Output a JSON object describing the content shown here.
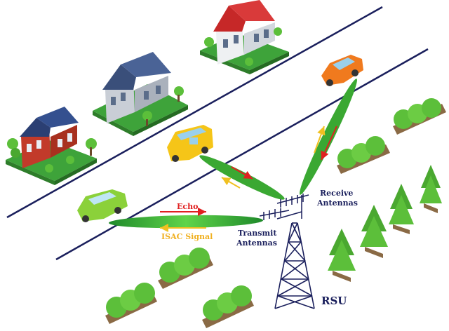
{
  "labels": {
    "echo": "Echo",
    "isac_signal": "ISAC Signal",
    "receive_antennas_line1": "Receive",
    "receive_antennas_line2": "Antennas",
    "transmit_antennas_line1": "Transmit",
    "transmit_antennas_line2": "Antennas",
    "rsu": "RSU"
  },
  "colors": {
    "road_line": "#1a1f5c",
    "beam": "#3aa832",
    "echo_arrow": "#e02020",
    "signal_arrow": "#f0c020",
    "echo_text": "#e02020",
    "signal_text": "#f0b020",
    "antenna_text": "#1a1f5c",
    "tower": "#1a1f5c",
    "grass": "#3ea33a",
    "tree_foliage": "#5cbf3a",
    "house_red_wall": "#c23a2a",
    "house_roof_blue": "#2b3f73",
    "house_roof_red": "#c62828",
    "car_orange": "#f07a1e",
    "car_yellow": "#f5c518",
    "car_green": "#8bd13a"
  },
  "icons": {
    "houses": [
      "house-red-icon",
      "house-grey-icon",
      "house-white-icon"
    ],
    "cars": [
      "car-orange-icon",
      "car-yellow-icon",
      "car-green-icon"
    ],
    "tower": "rsu-tower-icon",
    "antennas": "antenna-array-icon"
  }
}
